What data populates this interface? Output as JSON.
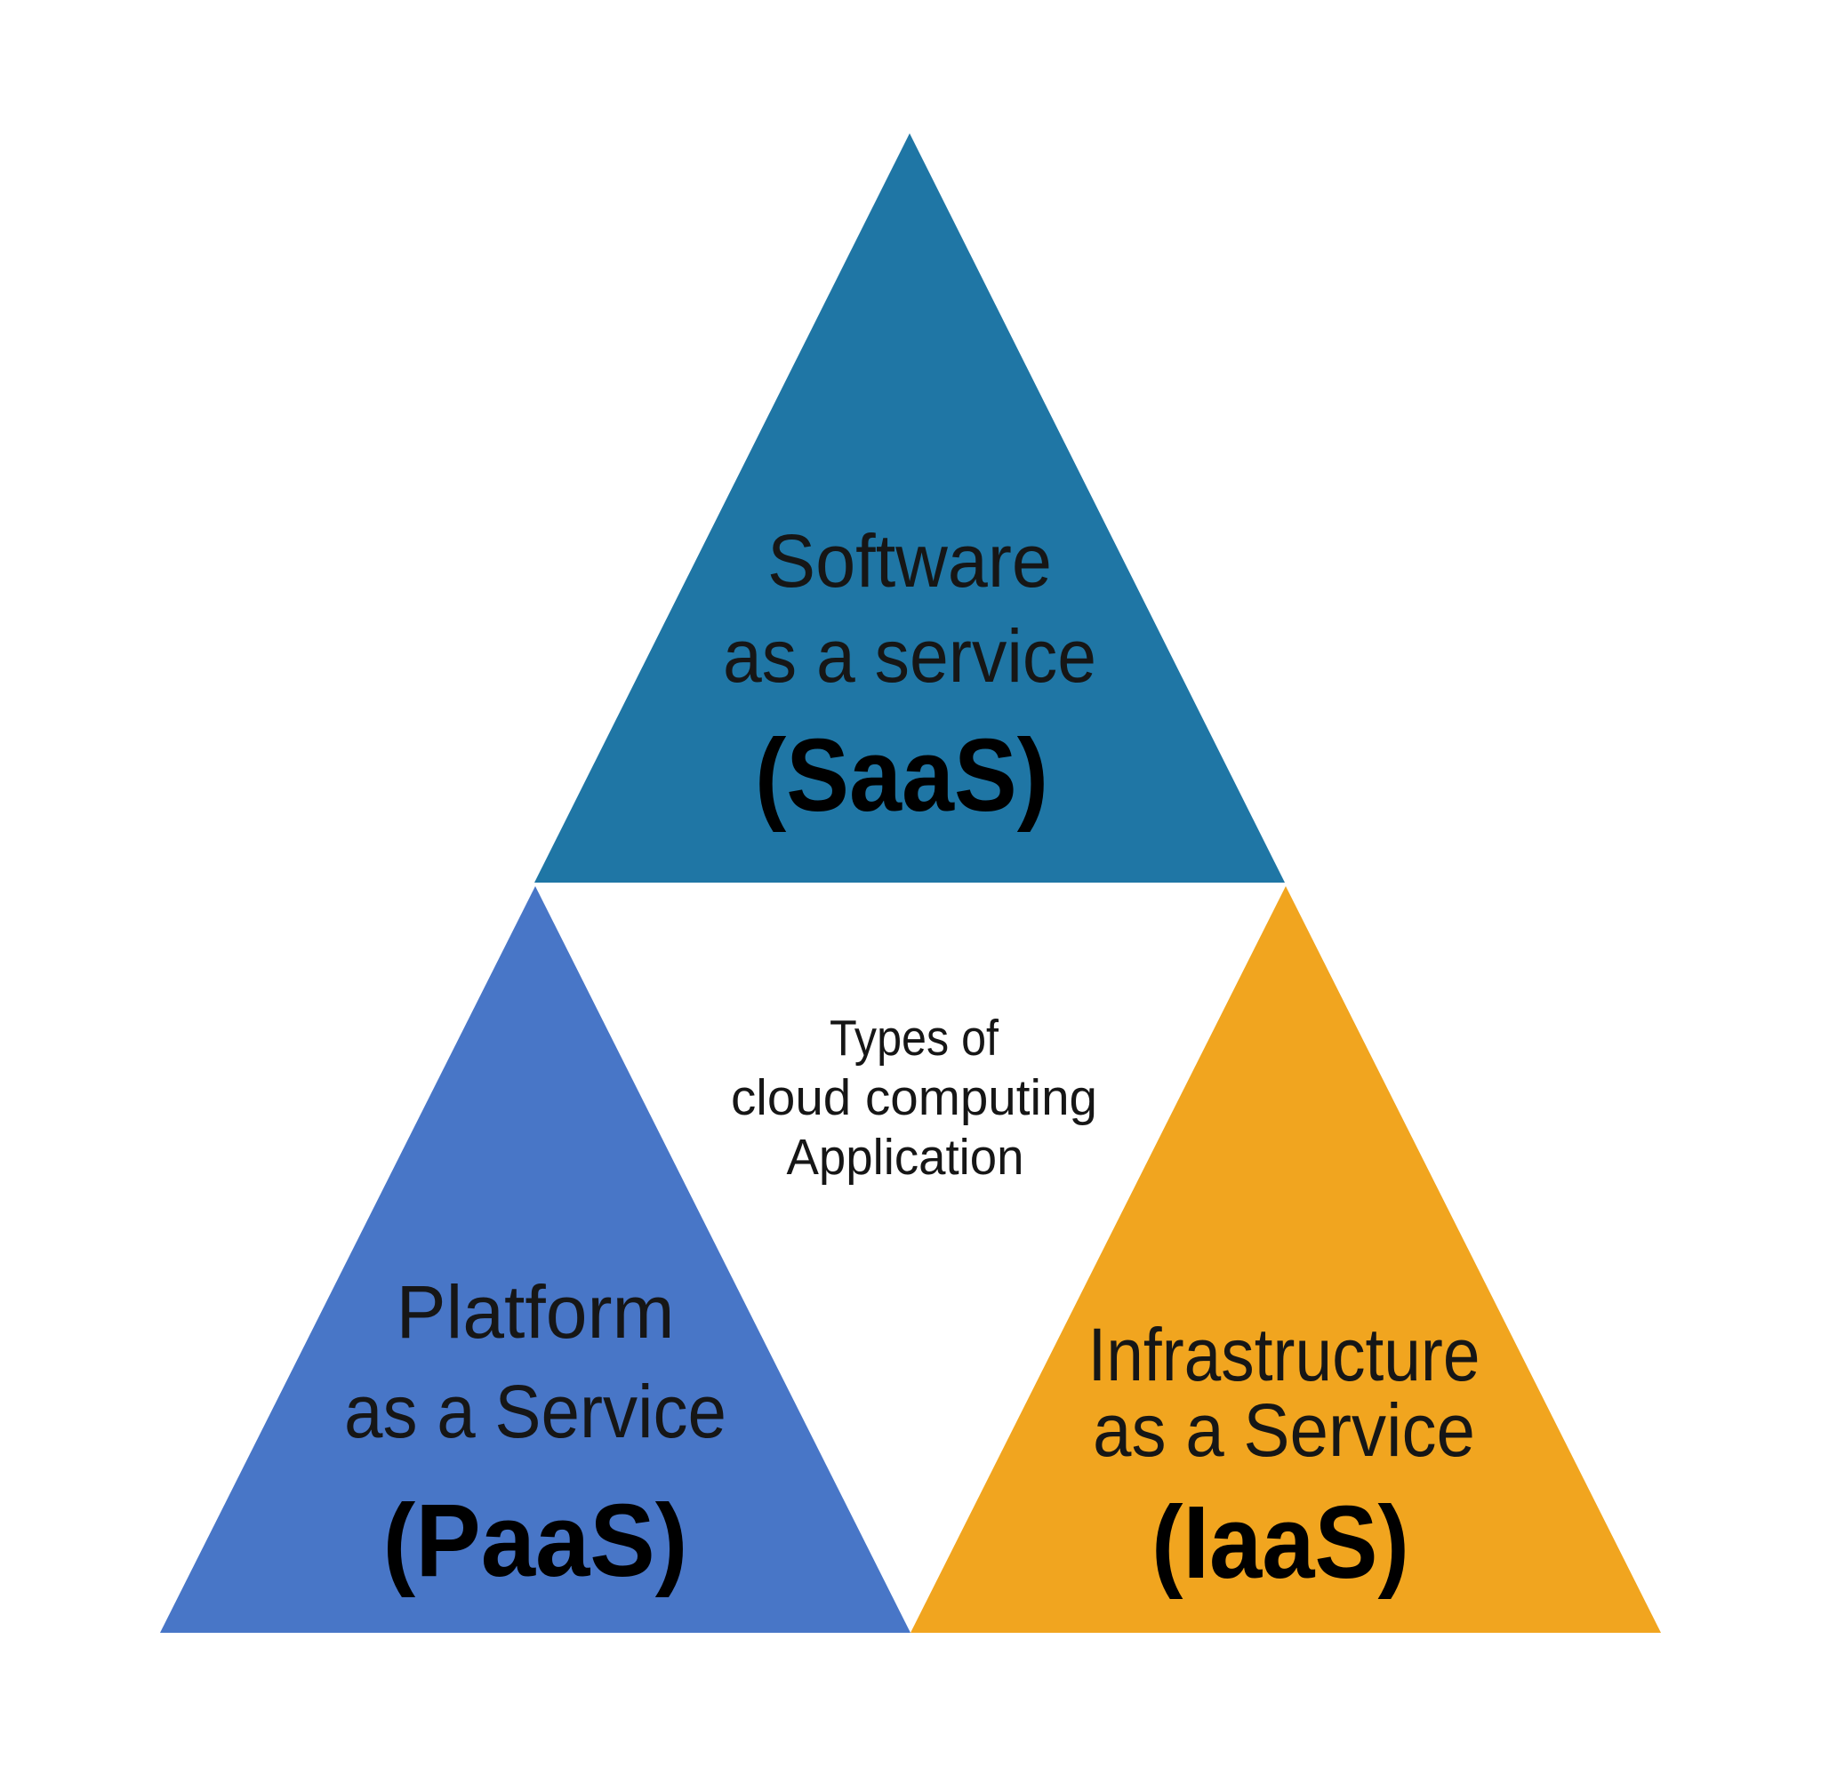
{
  "diagram": {
    "background": "#ffffff",
    "text_color": "#161616",
    "center_text": {
      "line1": "Types of",
      "line2": "cloud computing",
      "line3": "Application"
    },
    "triangles": [
      {
        "id": "saas",
        "color": "#1F76A5",
        "label_line1": "Software",
        "label_line2": "as a service",
        "acronym": "(SaaS)"
      },
      {
        "id": "paas",
        "color": "#4876C7",
        "label_line1": "Platform",
        "label_line2": "as a Service",
        "acronym": "(PaaS)"
      },
      {
        "id": "iaas",
        "color": "#F1A51F",
        "label_line1": "Infrastructure",
        "label_line2": "as a Service",
        "acronym": "(IaaS)"
      }
    ]
  }
}
